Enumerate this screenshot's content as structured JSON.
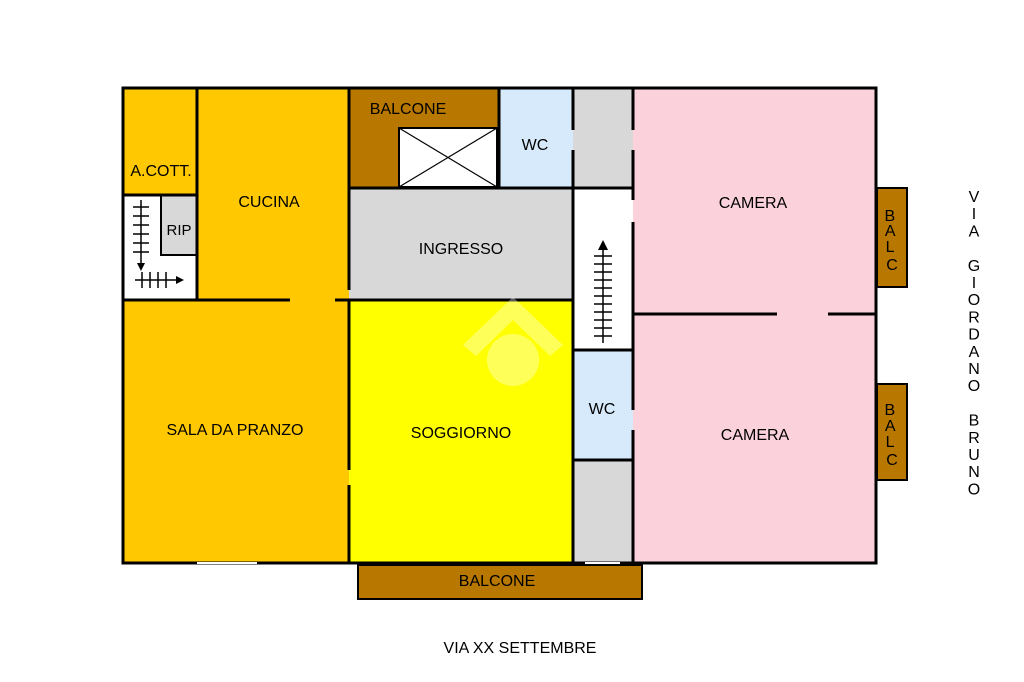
{
  "rooms": {
    "balcone_top": "BALCONE",
    "wc_top": "WC",
    "acott": "A.COTT.",
    "cucina": "CUCINA",
    "rip": "RIP",
    "ingresso": "INGRESSO",
    "camera_top": "CAMERA",
    "sala_da_pranzo": "SALA DA PRANZO",
    "soggiorno": "SOGGIORNO",
    "wc_bottom": "WC",
    "camera_bottom": "CAMERA",
    "balcone_bottom": "BALCONE",
    "balc_right_top": [
      "B",
      "A",
      "L",
      "C"
    ],
    "balc_right_bottom": [
      "B",
      "A",
      "L",
      "C"
    ]
  },
  "streets": {
    "bottom": "VIA XX SETTEMBRE",
    "right": [
      "V",
      "I",
      "A",
      "",
      "G",
      "I",
      "O",
      "R",
      "D",
      "A",
      "N",
      "O",
      "",
      "B",
      "R",
      "U",
      "N",
      "O"
    ]
  },
  "colors": {
    "orange": "#FFC800",
    "yellow": "#FFFF00",
    "brown": "#B87800",
    "light_blue": "#D6EAFB",
    "gray": "#D8D8D8",
    "pink": "#FBD1DC"
  },
  "icons": [
    "stairs-icon",
    "elevator-shaft-icon",
    "watermark-logo-icon"
  ]
}
